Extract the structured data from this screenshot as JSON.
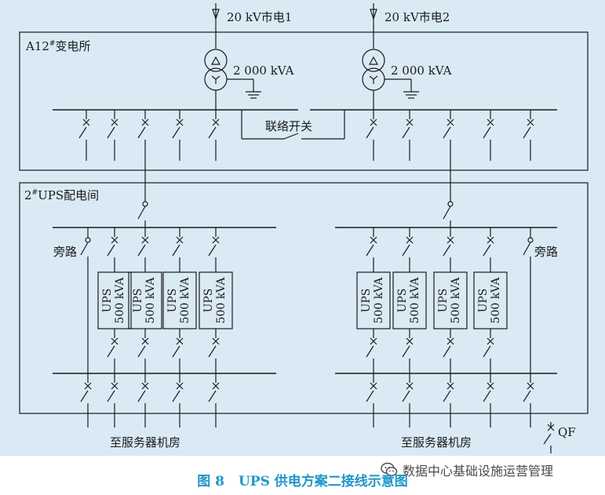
{
  "labels": {
    "utility_1": "20 kV市电1",
    "utility_2": "20 kV市电2",
    "substation": "A12",
    "substation_sup": "#",
    "substation_suffix": "变电所",
    "transformer_1": "2 000 kVA",
    "transformer_2": "2 000 kVA",
    "tie_switch": "联络开关",
    "ups_room_prefix": "2",
    "ups_room_sup": "#",
    "ups_room_suffix": "UPS配电间",
    "bypass_left": "旁路",
    "bypass_right": "旁路",
    "ups_module_line1": "UPS",
    "ups_module_line2": "500 kVA",
    "to_server_left": "至服务器机房",
    "to_server_right": "至服务器机房",
    "qf": "QF"
  },
  "caption": {
    "fig_num": "图 8",
    "title": "UPS 供电方案二接线示意图"
  },
  "watermark": {
    "text": "数据中心基础设施运营管理",
    "icon": "wechat-icon"
  },
  "colors": {
    "background": "#d9eaf5",
    "line": "#1a1a1a",
    "caption": "#2196c8"
  }
}
